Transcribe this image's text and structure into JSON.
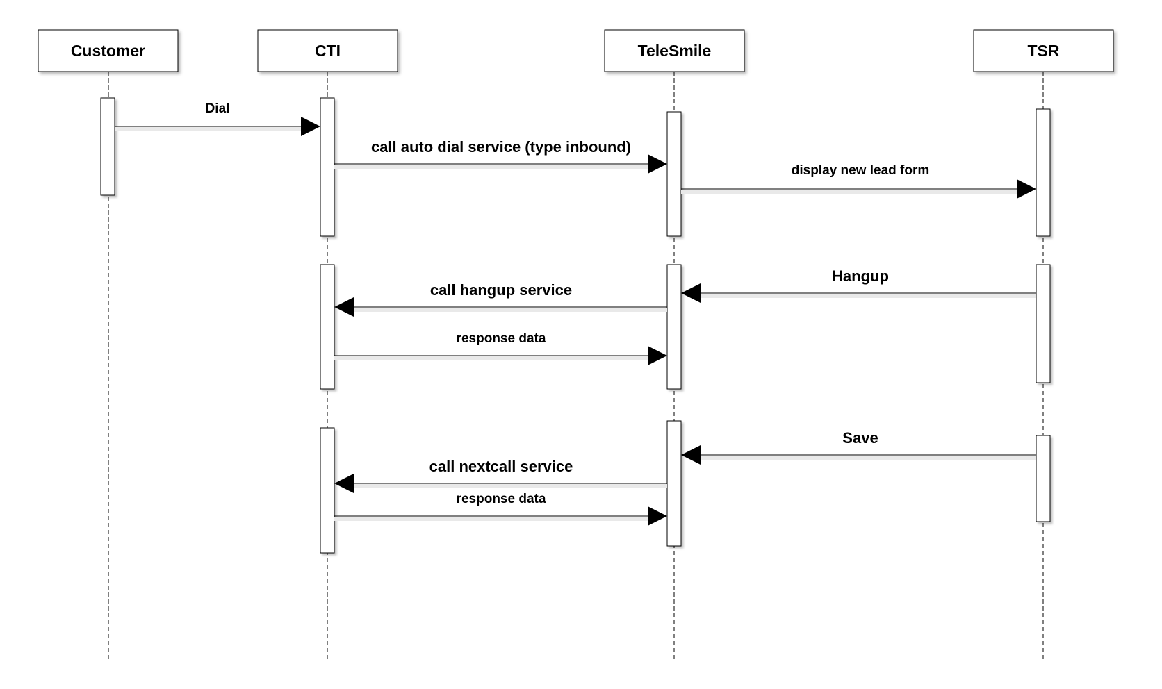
{
  "participants": [
    {
      "id": "customer",
      "label": "Customer"
    },
    {
      "id": "cti",
      "label": "CTI"
    },
    {
      "id": "telesmile",
      "label": "TeleSmile"
    },
    {
      "id": "tsr",
      "label": "TSR"
    }
  ],
  "messages": [
    {
      "id": "dial",
      "from": "customer",
      "to": "cti",
      "label": "Dial"
    },
    {
      "id": "call-auto-dial",
      "from": "cti",
      "to": "telesmile",
      "label": "call auto dial service (type inbound)"
    },
    {
      "id": "display-new-lead-form",
      "from": "telesmile",
      "to": "tsr",
      "label": "display new lead form"
    },
    {
      "id": "hangup",
      "from": "tsr",
      "to": "telesmile",
      "label": "Hangup"
    },
    {
      "id": "call-hangup-service",
      "from": "telesmile",
      "to": "cti",
      "label": "call hangup service"
    },
    {
      "id": "response-data-1",
      "from": "cti",
      "to": "telesmile",
      "label": "response data"
    },
    {
      "id": "save",
      "from": "tsr",
      "to": "telesmile",
      "label": "Save"
    },
    {
      "id": "call-nextcall-service",
      "from": "telesmile",
      "to": "cti",
      "label": "call nextcall service"
    },
    {
      "id": "response-data-2",
      "from": "cti",
      "to": "telesmile",
      "label": "response data"
    }
  ]
}
